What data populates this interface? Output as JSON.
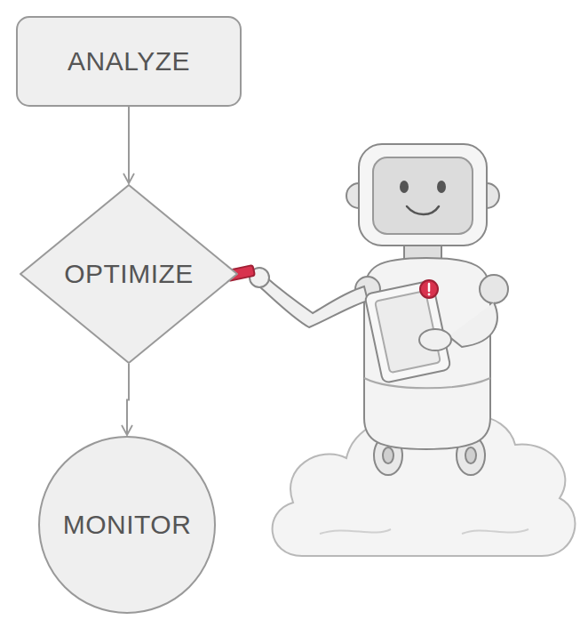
{
  "diagram": {
    "nodes": [
      {
        "text": [
          "ANALYZE"
        ]
      },
      {
        "text": [
          "OPTIMIZE"
        ]
      },
      {
        "text": [
          "MONITOR"
        ]
      }
    ],
    "edges": [
      {
        "from": 0,
        "to": 1,
        "arrow": "to"
      },
      {
        "from": 1,
        "to": 2,
        "arrow": "to"
      }
    ]
  }
}
